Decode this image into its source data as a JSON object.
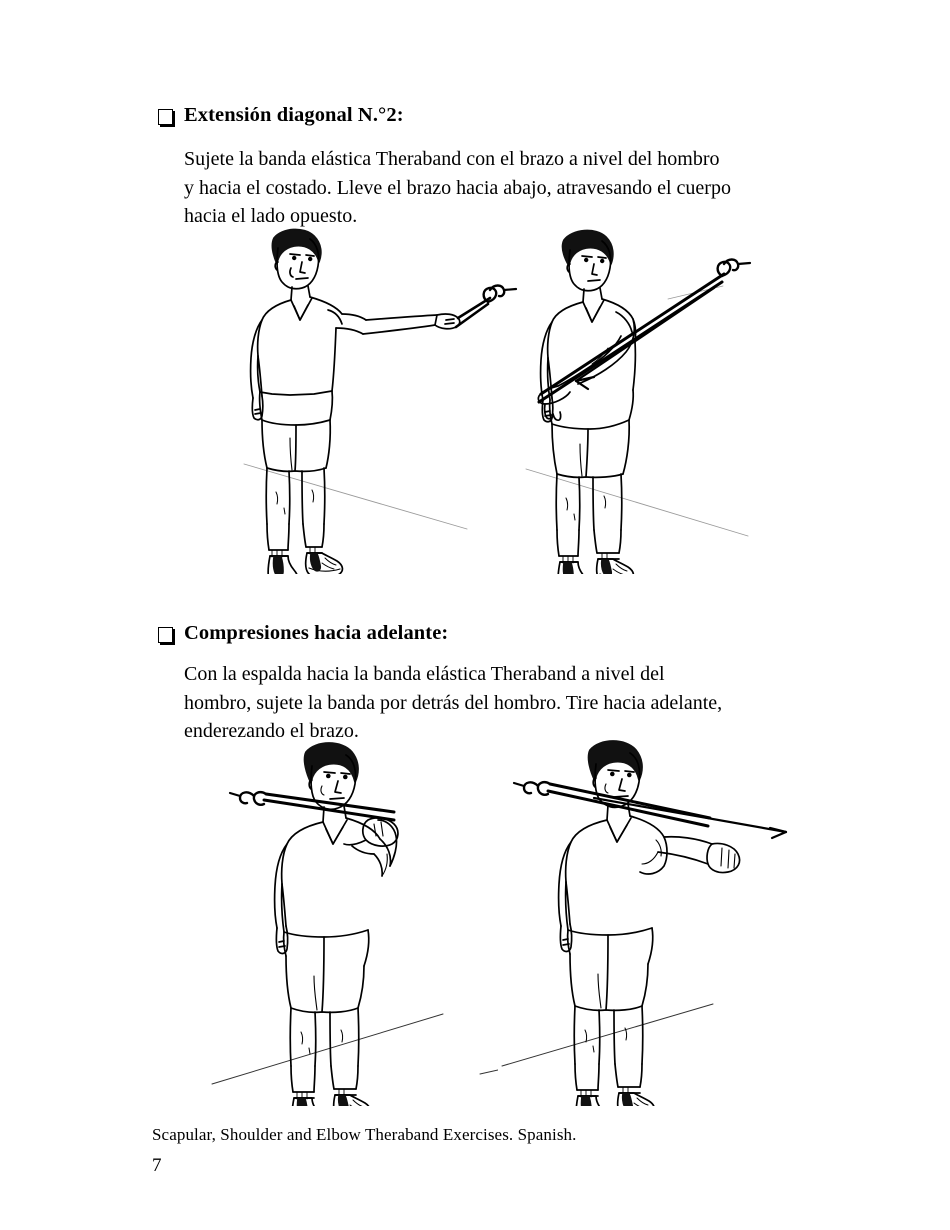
{
  "document": {
    "caption": "Scapular, Shoulder and Elbow Theraband Exercises.  Spanish.",
    "page_number": "7",
    "background_color": "#ffffff",
    "text_color": "#000000"
  },
  "sections": [
    {
      "bullet_icon": "checkbox-square-bullet",
      "heading": "Extensión diagonal N.°2:",
      "body_lines": [
        "Sujete la banda elástica Theraband con el brazo a nivel del hombro",
        "y hacia el costado. Lleve el brazo hacia abajo, atravesando el cuerpo",
        "hacia el lado opuesto."
      ],
      "figures": [
        {
          "name": "diagonal-extension-start",
          "description": "Hombre de pie con el brazo derecho extendido al nivel del hombro sujetando la banda elástica anclada a un gancho"
        },
        {
          "name": "diagonal-extension-end",
          "description": "Hombre de pie con el brazo llevado hacia abajo atravesando el cuerpo, banda elástica en diagonal con flecha de movimiento"
        }
      ]
    },
    {
      "bullet_icon": "checkbox-square-bullet",
      "heading": "Compresiones hacia adelante:",
      "body_lines": [
        "Con la espalda hacia la banda elástica Theraband a nivel del",
        "hombro, sujete la banda por detrás del hombro. Tire hacia adelante,",
        "enderezando el brazo."
      ],
      "figures": [
        {
          "name": "forward-press-start",
          "description": "Hombre de pie con la banda elástica por detrás del hombro y el codo flexionado, mano a la altura del hombro"
        },
        {
          "name": "forward-press-end",
          "description": "Hombre de pie con el brazo extendido hacia adelante, banda elástica tensada con flecha de movimiento hacia adelante"
        }
      ]
    }
  ]
}
